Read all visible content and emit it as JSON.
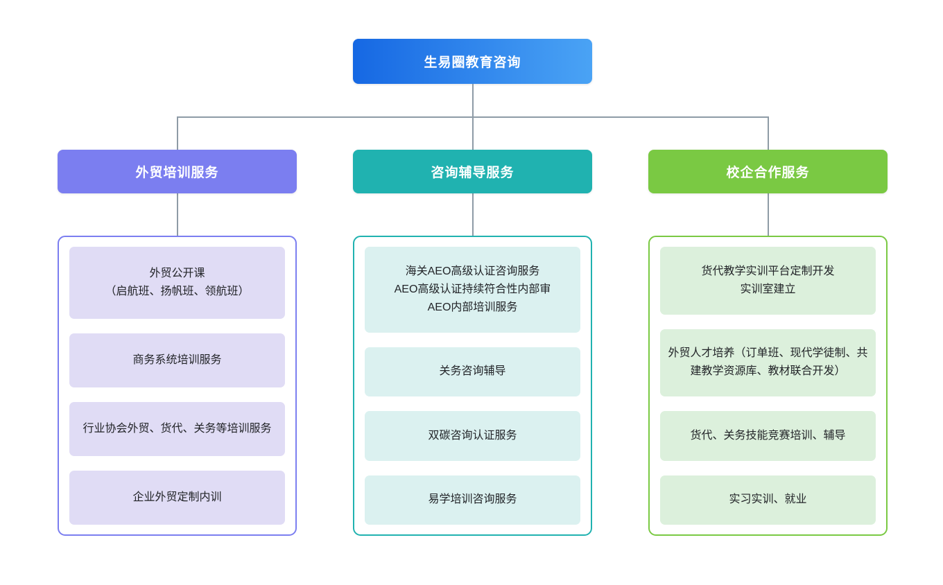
{
  "root": {
    "label": "生易圈教育咨询",
    "gradient_from": "#1668e3",
    "gradient_to": "#4aa3f5"
  },
  "connector_color": "#8e9ba6",
  "columns": [
    {
      "header": "外贸培训服务",
      "header_color": "#7b7ef0",
      "panel_border_color": "#7b7ef0",
      "item_bg": "#e0dcf5",
      "items": [
        {
          "label": "外贸公开课\n（启航班、扬帆班、领航班）"
        },
        {
          "label": "商务系统培训服务"
        },
        {
          "label": "行业协会外贸、货代、关务等培训服务"
        },
        {
          "label": "企业外贸定制内训"
        }
      ]
    },
    {
      "header": "咨询辅导服务",
      "header_color": "#20b2b0",
      "panel_border_color": "#20b2b0",
      "item_bg": "#dbf1f0",
      "items": [
        {
          "label": "海关AEO高级认证咨询服务\nAEO高级认证持续符合性内部审\nAEO内部培训服务"
        },
        {
          "label": "关务咨询辅导"
        },
        {
          "label": "双碳咨询认证服务"
        },
        {
          "label": "易学培训咨询服务"
        }
      ]
    },
    {
      "header": "校企合作服务",
      "header_color": "#7ac943",
      "panel_border_color": "#7ac943",
      "item_bg": "#dcf0dc",
      "items": [
        {
          "label": "货代教学实训平台定制开发\n实训室建立"
        },
        {
          "label": "外贸人才培养（订单班、现代学徒制、共建教学资源库、教材联合开发）"
        },
        {
          "label": "货代、关务技能竞赛培训、辅导"
        },
        {
          "label": "实习实训、就业"
        }
      ]
    }
  ]
}
